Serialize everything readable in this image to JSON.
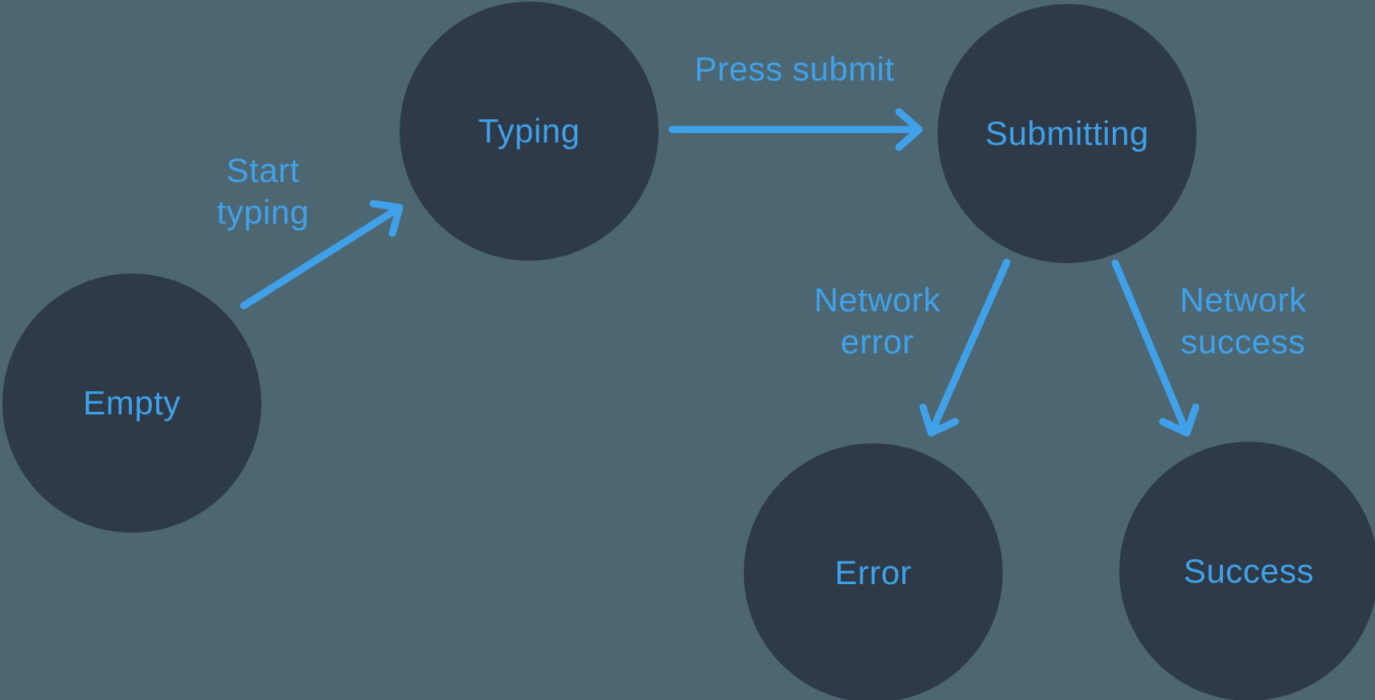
{
  "colors": {
    "background": "#4C6772",
    "node-fill": "#2E3A47",
    "accent": "#41A1E8"
  },
  "nodes": [
    {
      "id": "empty",
      "label": "Empty"
    },
    {
      "id": "typing",
      "label": "Typing"
    },
    {
      "id": "submitting",
      "label": "Submitting"
    },
    {
      "id": "error",
      "label": "Error"
    },
    {
      "id": "success",
      "label": "Success"
    }
  ],
  "edges": [
    {
      "from": "Empty",
      "to": "Typing",
      "label_lines": [
        "Start",
        "typing"
      ]
    },
    {
      "from": "Typing",
      "to": "Submitting",
      "label_lines": [
        "Press submit"
      ]
    },
    {
      "from": "Submitting",
      "to": "Error",
      "label_lines": [
        "Network",
        "error"
      ]
    },
    {
      "from": "Submitting",
      "to": "Success",
      "label_lines": [
        "Network",
        "success"
      ]
    }
  ]
}
